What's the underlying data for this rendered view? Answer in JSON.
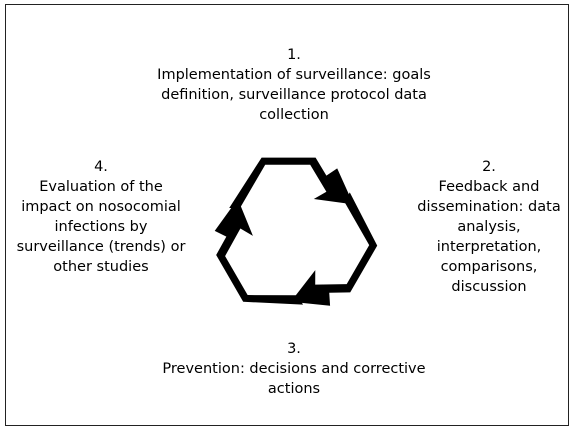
{
  "steps": [
    {
      "number": "1.",
      "text": "Implementation of surveillance: goals definition, surveillance protocol data collection"
    },
    {
      "number": "2.",
      "text": "Feedback and dissemination: data analysis, interpretation, comparisons, discussion"
    },
    {
      "number": "3.",
      "text": "Prevention: decisions and corrective actions"
    },
    {
      "number": "4.",
      "text": "Evaluation of the impact on nosocomial infections by surveillance (trends) or other studies"
    }
  ],
  "icon": {
    "name": "recycle-cycle-icon",
    "color": "#000000"
  }
}
